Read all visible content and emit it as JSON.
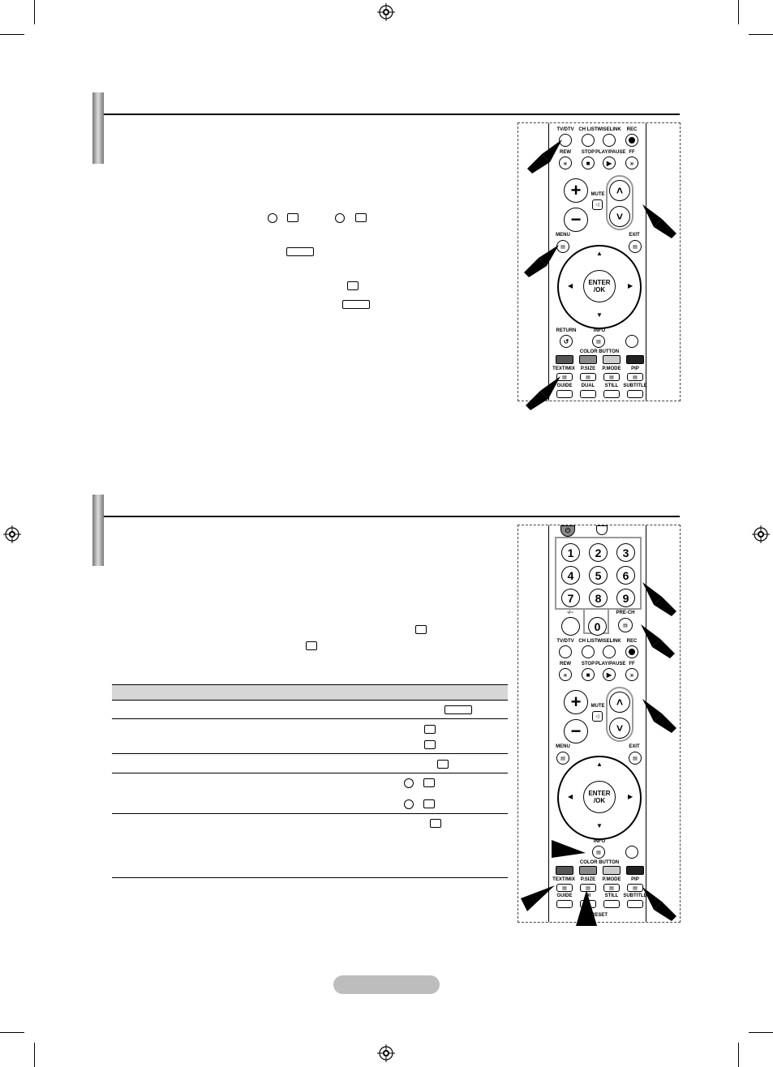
{
  "remote_top": {
    "row1": [
      "TV/DTV",
      "CH LIST",
      "WISELINK",
      "REC"
    ],
    "row2": [
      "REW",
      "STOP",
      "PLAY/PAUSE",
      "FF"
    ],
    "mute": "MUTE",
    "menu": "MENU",
    "exit": "EXIT",
    "enter": "ENTER\n/OK",
    "return": "RETURN",
    "info": "INFO",
    "color_button": "COLOR BUTTON",
    "row_fn": [
      "TEXT/MIX",
      "P.SIZE",
      "P.MODE",
      "PIP"
    ],
    "row_last": [
      "GUIDE",
      "DUAL",
      "STILL",
      "SUBTITLE"
    ]
  },
  "remote_bottom": {
    "numbers": [
      "1",
      "2",
      "3",
      "4",
      "5",
      "6",
      "7",
      "8",
      "9"
    ],
    "zero": "0",
    "dash": "-/--",
    "prech": "PRE-CH",
    "row1": [
      "TV/DTV",
      "CH LIST",
      "WISELINK",
      "REC"
    ],
    "row2": [
      "REW",
      "STOP",
      "PLAY/PAUSE",
      "FF"
    ],
    "mute": "MUTE",
    "menu": "MENU",
    "exit": "EXIT",
    "enter": "ENTER\n/OK",
    "info": "INFO",
    "color_button": "COLOR BUTTON",
    "row_fn": [
      "TEXT/MIX",
      "P.SIZE",
      "P.MODE",
      "PIP"
    ],
    "row_last": [
      "GUIDE",
      "DI",
      "STILL",
      "SUBTITLE"
    ],
    "reset": "RESET"
  },
  "colors": {
    "section_bar": "#888888",
    "highlight": "#999999",
    "page_pill": "#bdbdbd",
    "red_btn": "#555555",
    "green_btn": "#888888",
    "yellow_btn": "#cccccc",
    "blue_btn": "#222222"
  }
}
